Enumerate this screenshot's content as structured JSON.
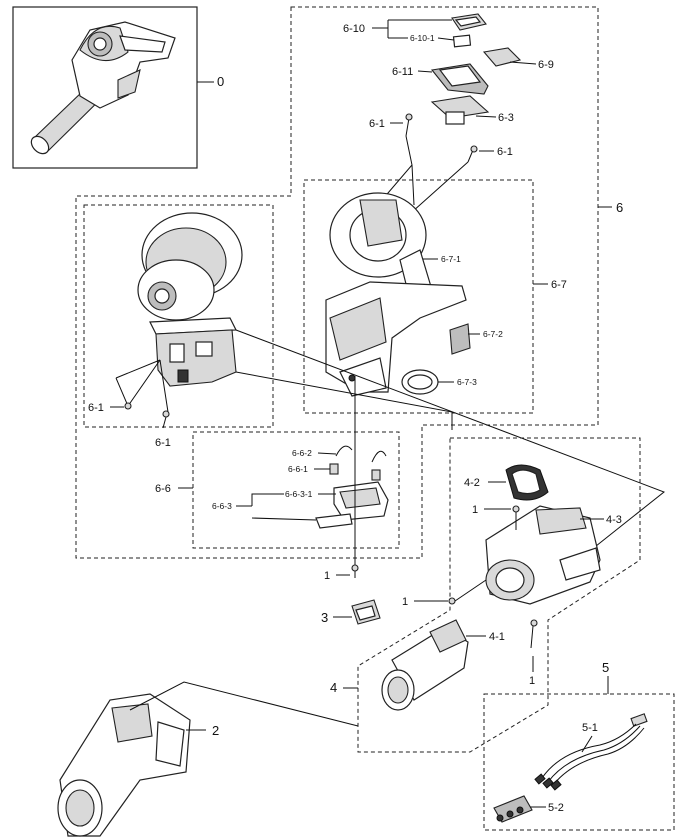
{
  "diagram": {
    "labels": {
      "p0": "0",
      "p6": "6",
      "p6_10": "6-10",
      "p6_10_1": "6-10-1",
      "p6_9": "6-9",
      "p6_11": "6-11",
      "p6_3": "6-3",
      "p6_1_a": "6-1",
      "p6_1_b": "6-1",
      "p6_7": "6-7",
      "p6_7_1": "6-7-1",
      "p6_7_2": "6-7-2",
      "p6_7_3": "6-7-3",
      "p6_1_c": "6-1",
      "p6_1_d": "6-1",
      "p6_6": "6-6",
      "p6_6_2": "6-6-2",
      "p6_6_1": "6-6-1",
      "p6_6_3_1": "6-6-3-1",
      "p6_6_3": "6-6-3",
      "p1_a": "1",
      "p1_b": "1",
      "p1_c": "1",
      "p1_d": "1",
      "p3": "3",
      "p4": "4",
      "p4_1": "4-1",
      "p4_2": "4-2",
      "p4_3": "4-3",
      "p2": "2",
      "p5": "5",
      "p5_1": "5-1",
      "p5_2": "5-2"
    }
  }
}
